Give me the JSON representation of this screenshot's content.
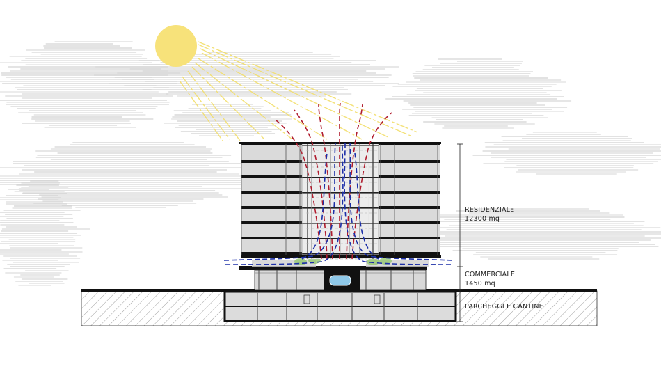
{
  "labels": {
    "residential": {
      "name": "RESIDENZIALE",
      "area": "12300 mq"
    },
    "commercial": {
      "name": "COMMERCIALE",
      "area": "1450 mq"
    },
    "parking": {
      "name": "PARCHEGGI E CANTINE"
    }
  },
  "colors": {
    "sun": "#f7e27a",
    "sun_rays": "#f2de6a",
    "clouds": "#d4d4d4",
    "warm_air": "#b01c2e",
    "cool_air": "#1c2fa8",
    "structure": "#111111",
    "facade": "#d9d9d9",
    "glazing": "#e9e9e9",
    "pool": "#8fc8e8",
    "greenery": "#8fc46a"
  },
  "icons": [
    "sun-icon",
    "cloud-icon"
  ]
}
